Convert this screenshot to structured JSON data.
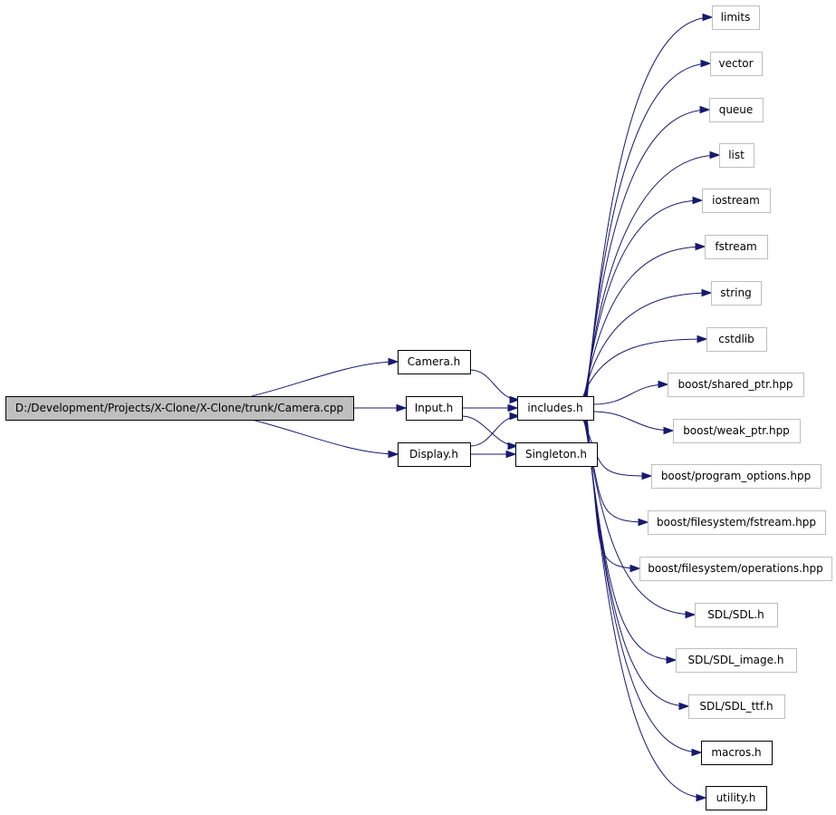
{
  "colors": {
    "edge": "#191970",
    "root_fill": "#bfbfbf",
    "local_border": "#000000",
    "external_border": "#bfbfbf"
  },
  "nodes": [
    {
      "id": "camera_cpp",
      "label": "D:/Development/Projects/X-Clone/X-Clone/trunk/Camera.cpp",
      "kind": "root"
    },
    {
      "id": "camera_h",
      "label": "Camera.h",
      "kind": "local"
    },
    {
      "id": "input_h",
      "label": "Input.h",
      "kind": "local"
    },
    {
      "id": "display_h",
      "label": "Display.h",
      "kind": "local"
    },
    {
      "id": "includes_h",
      "label": "includes.h",
      "kind": "local"
    },
    {
      "id": "singleton_h",
      "label": "Singleton.h",
      "kind": "local"
    },
    {
      "id": "limits",
      "label": "limits",
      "kind": "external"
    },
    {
      "id": "vector",
      "label": "vector",
      "kind": "external"
    },
    {
      "id": "queue",
      "label": "queue",
      "kind": "external"
    },
    {
      "id": "list",
      "label": "list",
      "kind": "external"
    },
    {
      "id": "iostream",
      "label": "iostream",
      "kind": "external"
    },
    {
      "id": "fstream",
      "label": "fstream",
      "kind": "external"
    },
    {
      "id": "string",
      "label": "string",
      "kind": "external"
    },
    {
      "id": "cstdlib",
      "label": "cstdlib",
      "kind": "external"
    },
    {
      "id": "boost_shared_ptr",
      "label": "boost/shared_ptr.hpp",
      "kind": "external"
    },
    {
      "id": "boost_weak_ptr",
      "label": "boost/weak_ptr.hpp",
      "kind": "external"
    },
    {
      "id": "boost_program_options",
      "label": "boost/program_options.hpp",
      "kind": "external"
    },
    {
      "id": "boost_fs_fstream",
      "label": "boost/filesystem/fstream.hpp",
      "kind": "external"
    },
    {
      "id": "boost_fs_operations",
      "label": "boost/filesystem/operations.hpp",
      "kind": "external"
    },
    {
      "id": "sdl_h",
      "label": "SDL/SDL.h",
      "kind": "external"
    },
    {
      "id": "sdl_image_h",
      "label": "SDL/SDL_image.h",
      "kind": "external"
    },
    {
      "id": "sdl_ttf_h",
      "label": "SDL/SDL_ttf.h",
      "kind": "external"
    },
    {
      "id": "macros_h",
      "label": "macros.h",
      "kind": "local"
    },
    {
      "id": "utility_h",
      "label": "utility.h",
      "kind": "local"
    }
  ],
  "edges": [
    [
      "camera_cpp",
      "camera_h"
    ],
    [
      "camera_cpp",
      "input_h"
    ],
    [
      "camera_cpp",
      "display_h"
    ],
    [
      "camera_h",
      "includes_h"
    ],
    [
      "input_h",
      "includes_h"
    ],
    [
      "input_h",
      "singleton_h"
    ],
    [
      "display_h",
      "includes_h"
    ],
    [
      "display_h",
      "singleton_h"
    ],
    [
      "includes_h",
      "limits"
    ],
    [
      "includes_h",
      "vector"
    ],
    [
      "includes_h",
      "queue"
    ],
    [
      "includes_h",
      "list"
    ],
    [
      "includes_h",
      "iostream"
    ],
    [
      "includes_h",
      "fstream"
    ],
    [
      "includes_h",
      "string"
    ],
    [
      "includes_h",
      "cstdlib"
    ],
    [
      "includes_h",
      "boost_shared_ptr"
    ],
    [
      "includes_h",
      "boost_weak_ptr"
    ],
    [
      "includes_h",
      "boost_program_options"
    ],
    [
      "includes_h",
      "boost_fs_fstream"
    ],
    [
      "includes_h",
      "boost_fs_operations"
    ],
    [
      "includes_h",
      "sdl_h"
    ],
    [
      "includes_h",
      "sdl_image_h"
    ],
    [
      "includes_h",
      "sdl_ttf_h"
    ],
    [
      "includes_h",
      "macros_h"
    ],
    [
      "includes_h",
      "utility_h"
    ]
  ]
}
